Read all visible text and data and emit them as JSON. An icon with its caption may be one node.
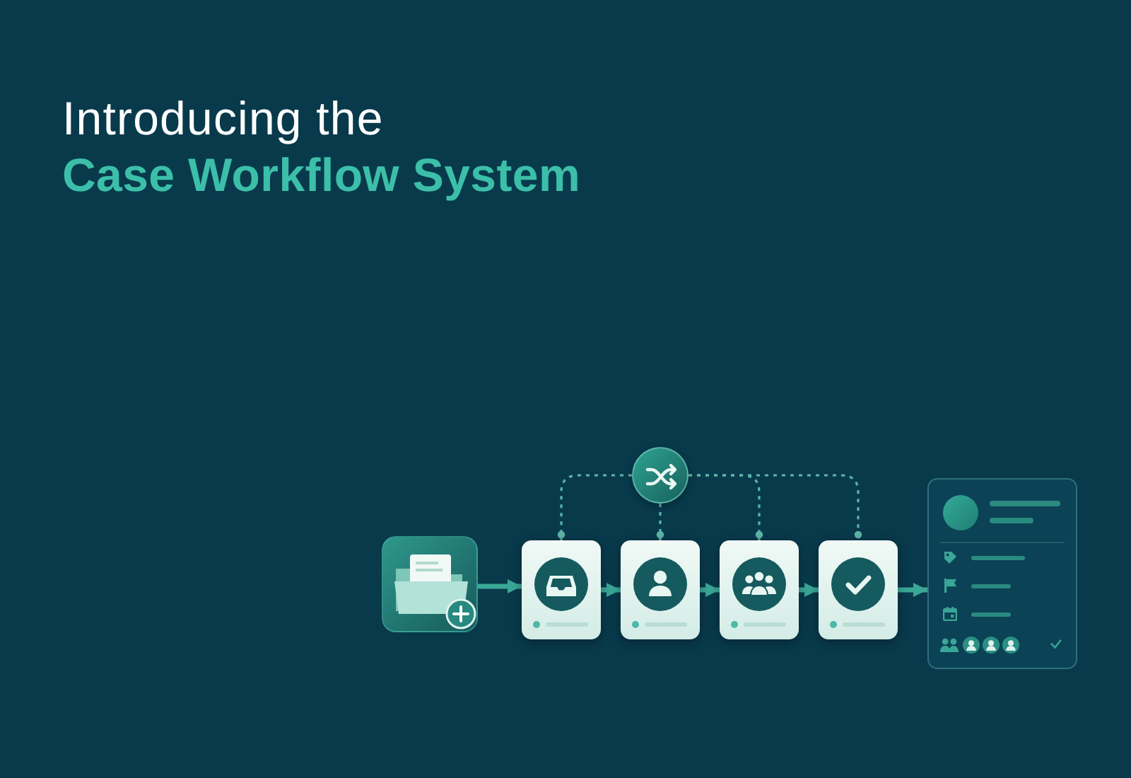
{
  "diagram": {
    "title": "Introducing the **Case Workflow System**",
    "nodes": [
      {
        "text": [],
        "shape": "picture"
      },
      {
        "text": [],
        "shape": "box"
      },
      {
        "text": [],
        "shape": "box"
      },
      {
        "text": [],
        "shape": "box"
      },
      {
        "text": [],
        "shape": "box"
      },
      {
        "text": [],
        "shape": "box"
      },
      {
        "text": [],
        "shape": "circle"
      }
    ],
    "edges": [
      {
        "from": 0,
        "to": 1,
        "arrow": "to"
      },
      {
        "from": 1,
        "to": 2,
        "arrow": "to"
      },
      {
        "from": 2,
        "to": 3,
        "arrow": "to"
      },
      {
        "from": 3,
        "to": 4,
        "arrow": "to"
      },
      {
        "from": 4,
        "to": 5,
        "arrow": "to"
      },
      {
        "from": 6,
        "to": 1,
        "arrow": "other",
        "style": "dashed"
      },
      {
        "from": 6,
        "to": 2,
        "arrow": "other",
        "style": "dashed"
      },
      {
        "from": 6,
        "to": 3,
        "arrow": "other",
        "style": "dashed"
      },
      {
        "from": 6,
        "to": 4,
        "arrow": "other",
        "style": "dashed"
      }
    ]
  }
}
